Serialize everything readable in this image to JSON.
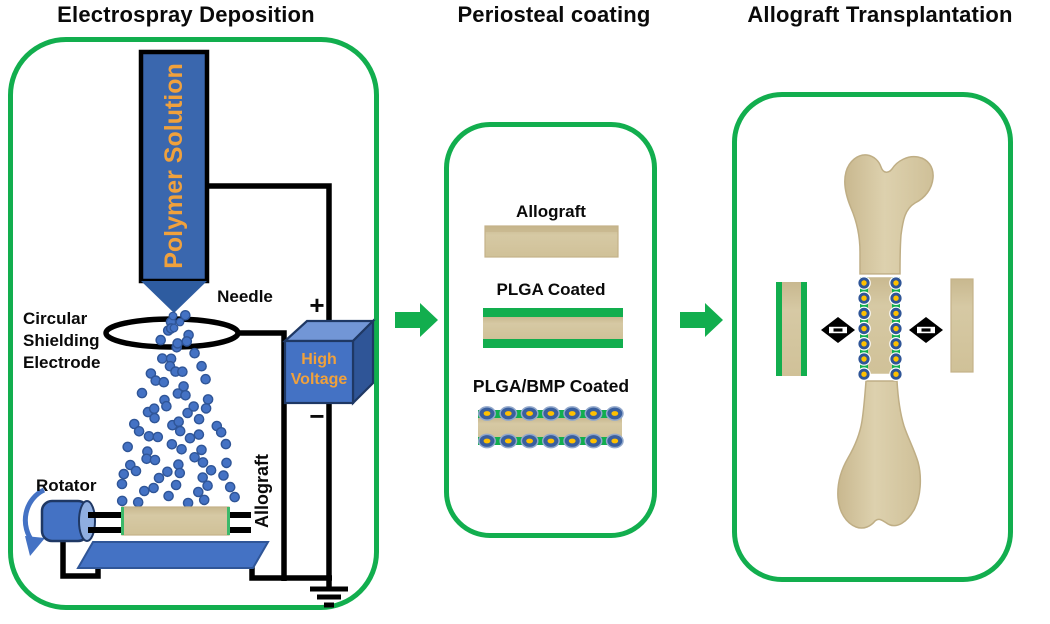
{
  "titles": {
    "panel1": "Electrospray Deposition",
    "panel2": "Periosteal coating",
    "panel3": "Allograft Transplantation"
  },
  "panel1": {
    "syringe_label": "Polymer Solution",
    "needle_label": "Needle",
    "electrode_label": "Circular Shielding Electrode",
    "rotator_label": "Rotator",
    "allograft_label": "Allograft",
    "high_voltage_label": "High Voltage",
    "plus_label": "+",
    "minus_label": "−"
  },
  "panel2": {
    "allograft_label": "Allograft",
    "plga_label": "PLGA Coated",
    "bmp_label": "PLGA/BMP Coated"
  },
  "icons": {
    "flow_arrow": "green-right-arrow",
    "ground": "electrical-ground-symbol",
    "rotation_arrow": "counterclockwise-arc-arrow",
    "fit_arrow": "black-diamond-insert-marker"
  },
  "colors": {
    "green": "#12AE4E",
    "green_edge": "#3CB96A",
    "blue": "#4472C4",
    "blue_dark": "#2F5597",
    "blue_outline": "#1F3864",
    "blue_light": "#8FAEE0",
    "cube_top": "#7296D6",
    "syringe_blue": "#3A67AE",
    "needle_blue": "#2E5CA0",
    "particle_blue": "#3A5F9E",
    "particle_ring": "#93A9CC",
    "orange": "#F0A13C",
    "tan": "#D3C5A0",
    "tan_dark": "#C4B289",
    "bone_light": "#DDD1AE",
    "bone": "#D6C9A4",
    "bone_edge": "#BFAE85",
    "yellow": "#FFC000",
    "black": "#000000",
    "white": "#FFFFFF",
    "text": "#0A0A0A"
  }
}
